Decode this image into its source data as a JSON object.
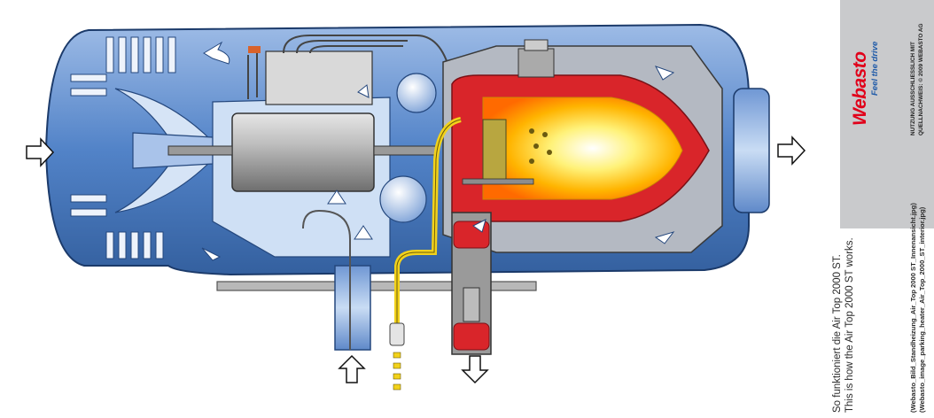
{
  "caption": {
    "line_de": "So funktioniert die Air Top 2000 ST.",
    "line_en": "This is how the Air Top 2000 ST works."
  },
  "filenames": {
    "line_1": "(Webasto_Bild_Standheizung_Air_Top 2000 ST_Innenansicht.jpg)",
    "line_2": "(Webasto_image_parking_heater_Air_Top_2000_ST_interior.jpg)"
  },
  "logo": {
    "wordmark": "Webasto",
    "tagline": "Feel the drive",
    "icon": "webasto-logo-icon"
  },
  "usage_note": {
    "line_1": "NUTZUNG AUSSCHLIESSLICH MIT",
    "line_2": "QUELLNACHWEIS: © 2009 WEBASTO AG"
  },
  "icons": {
    "air_in": "hollow-arrow-right-icon",
    "air_out": "hollow-arrow-right-icon",
    "combustion_air_in": "hollow-arrow-up-icon",
    "exhaust_out": "hollow-arrow-down-icon"
  },
  "colors": {
    "housing_blue": "#3f6fb8",
    "housing_light": "#7ea6dc",
    "flame_yellow": "#ffe400",
    "flame_orange": "#ff9a00",
    "chamber_red": "#d9252a",
    "fuel_yellow": "#f2d21b",
    "logo_red": "#e1001a",
    "logo_blue": "#1e5aa8",
    "panel_grey": "#c9cacc"
  }
}
